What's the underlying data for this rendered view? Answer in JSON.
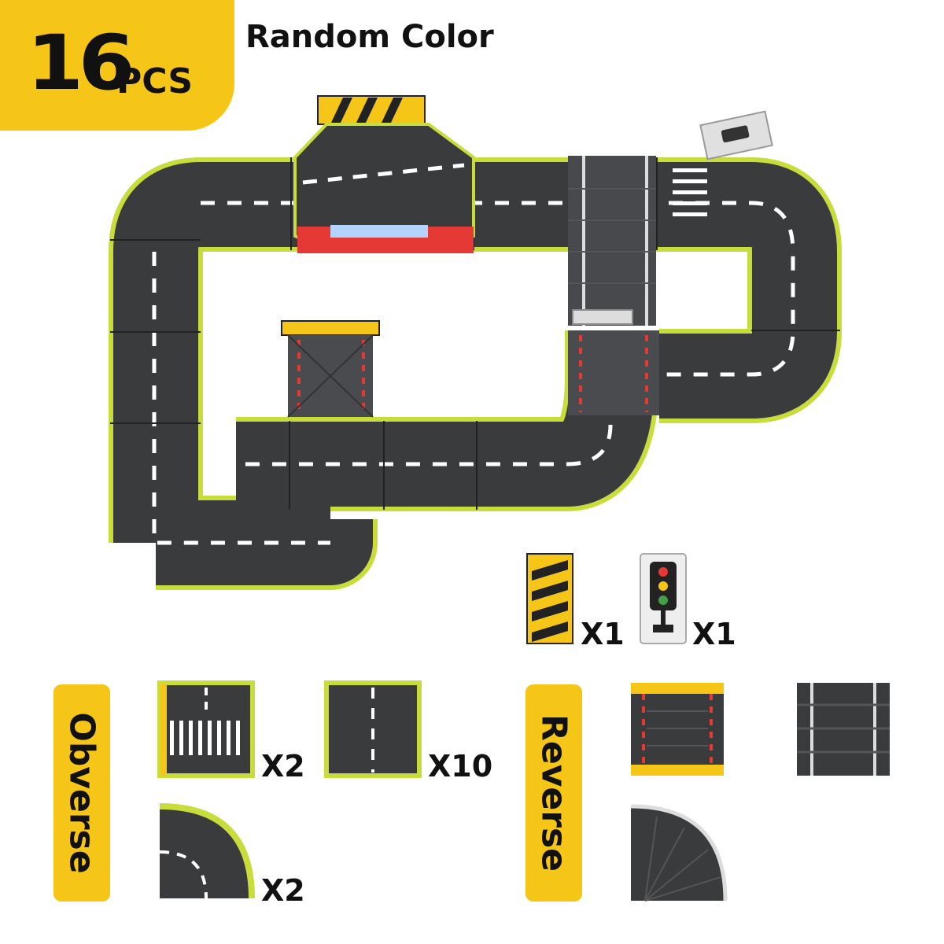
{
  "header": {
    "badge_number": "16",
    "badge_unit": "PCS",
    "title": "Random Color"
  },
  "accessories": [
    {
      "icon": "hazard-barrier-icon",
      "count": "X1"
    },
    {
      "icon": "traffic-light-icon",
      "count": "X1"
    }
  ],
  "sections": {
    "obverse": {
      "label": "Obverse",
      "pieces": [
        {
          "icon": "crosswalk-tile-icon",
          "count": "X2"
        },
        {
          "icon": "straight-road-tile-icon",
          "count": "X10"
        },
        {
          "icon": "curve-road-tile-icon",
          "count": "X2"
        }
      ]
    },
    "reverse": {
      "label": "Reverse",
      "pieces": [
        {
          "icon": "ramp-tile-icon"
        },
        {
          "icon": "rail-tile-icon"
        },
        {
          "icon": "curve-reverse-tile-icon"
        }
      ]
    }
  },
  "colors": {
    "accent": "#f5c518",
    "road": "#3a3b3d",
    "edge": "#c8dc3c",
    "marking": "#ffffff"
  }
}
